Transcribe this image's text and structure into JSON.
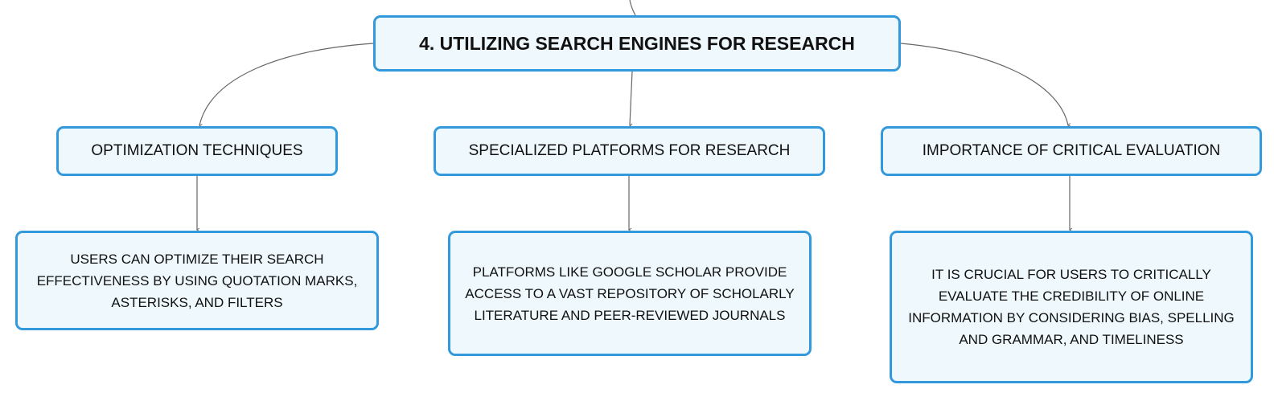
{
  "map": {
    "root": {
      "title": "4. UTILIZING SEARCH ENGINES FOR RESEARCH"
    },
    "branches": [
      {
        "label": "OPTIMIZATION TECHNIQUES",
        "detail": "USERS CAN OPTIMIZE THEIR SEARCH EFFECTIVENESS BY USING QUOTATION MARKS, ASTERISKS, AND FILTERS"
      },
      {
        "label": "SPECIALIZED PLATFORMS FOR RESEARCH",
        "detail": "PLATFORMS LIKE GOOGLE SCHOLAR PROVIDE ACCESS TO A VAST REPOSITORY OF SCHOLARLY LITERATURE AND PEER-REVIEWED JOURNALS"
      },
      {
        "label": "IMPORTANCE OF CRITICAL EVALUATION",
        "detail": "IT IS CRUCIAL FOR USERS TO CRITICALLY EVALUATE THE CREDIBILITY OF ONLINE INFORMATION BY CONSIDERING BIAS, SPELLING AND GRAMMAR, AND TIMELINESS"
      }
    ]
  },
  "colors": {
    "node_border": "#3399dd",
    "node_fill": "#eef8fd",
    "connector": "#666666"
  }
}
